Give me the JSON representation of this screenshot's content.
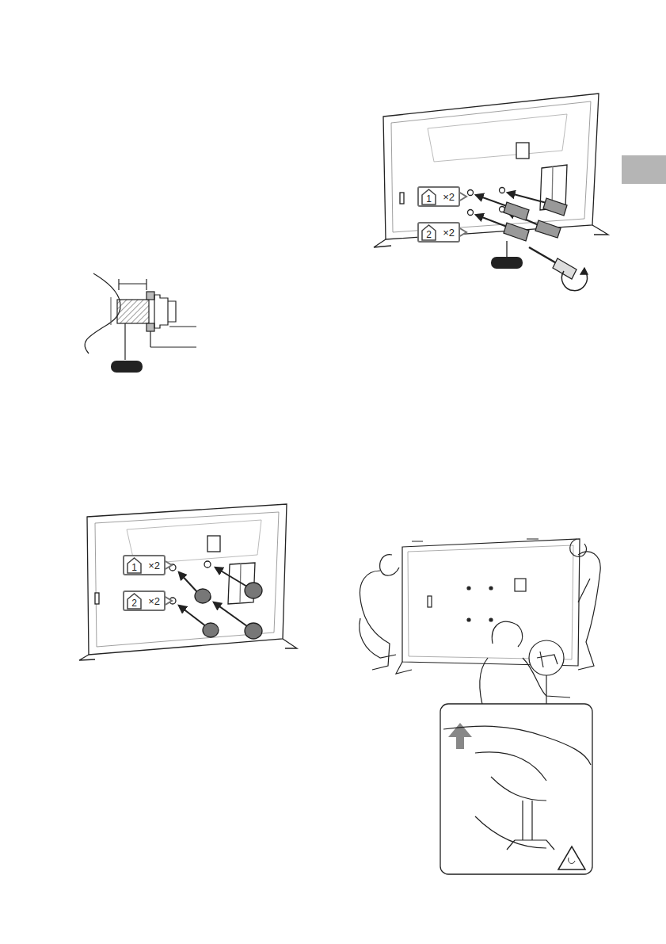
{
  "diagram": {
    "nodes": [
      {
        "text": [
          "×2"
        ]
      },
      {
        "text": [
          "1"
        ],
        "in": 0
      },
      {
        "text": [
          "×2"
        ]
      },
      {
        "text": [
          "2"
        ],
        "in": 2
      },
      {
        "text": [
          "×2"
        ]
      },
      {
        "text": [
          "1"
        ],
        "in": 4
      },
      {
        "text": [
          "×2"
        ]
      },
      {
        "text": [
          "2"
        ],
        "in": 6
      }
    ]
  }
}
